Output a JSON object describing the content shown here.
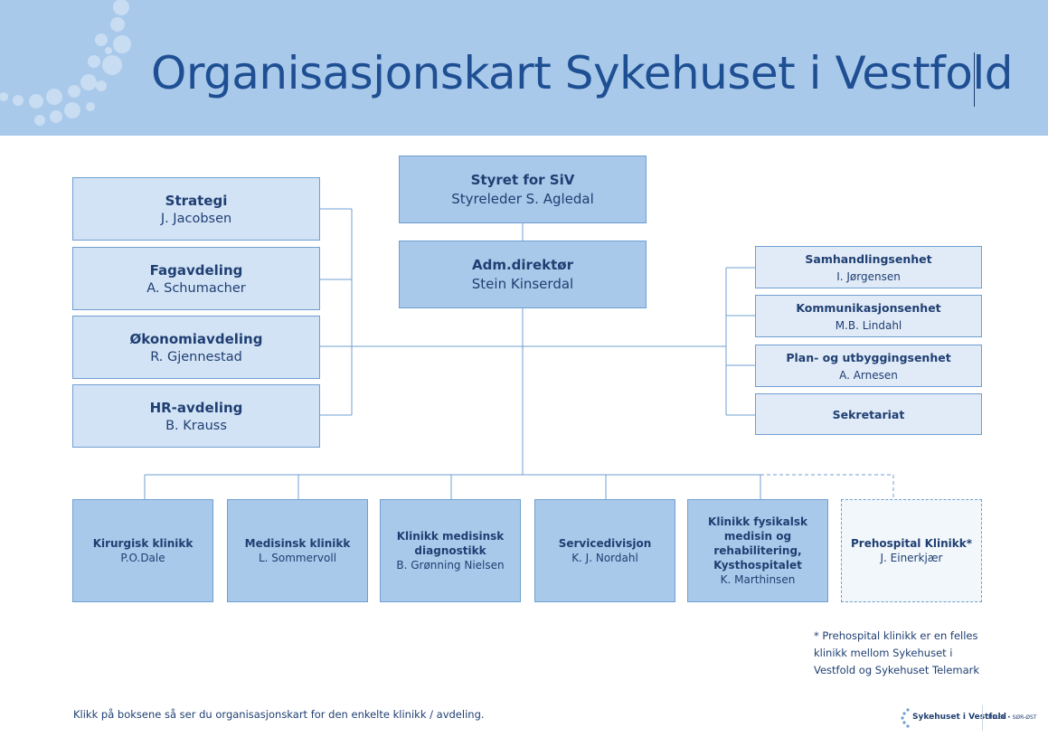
{
  "header": {
    "title": "Organisasjonskart Sykehuset i Vestfold"
  },
  "board": {
    "title": "Styret for SiV",
    "name": "Styreleder S. Agledal"
  },
  "director": {
    "title": "Adm.direktør",
    "name": "Stein Kinserdal"
  },
  "staff_left": [
    {
      "title": "Strategi",
      "name": "J. Jacobsen"
    },
    {
      "title": "Fagavdeling",
      "name": "A. Schumacher"
    },
    {
      "title": "Økonomiavdeling",
      "name": "R. Gjennestad"
    },
    {
      "title": "HR-avdeling",
      "name": "B. Krauss"
    }
  ],
  "staff_right": [
    {
      "title": "Samhandlingsenhet",
      "name": "I. Jørgensen"
    },
    {
      "title": "Kommunikasjonsenhet",
      "name": "M.B. Lindahl"
    },
    {
      "title": "Plan- og utbyggingsenhet",
      "name": "A. Arnesen"
    },
    {
      "title": "Sekretariat",
      "name": ""
    }
  ],
  "clinics": [
    {
      "title": "Kirurgisk klinikk",
      "name": "P.O.Dale"
    },
    {
      "title": "Medisinsk klinikk",
      "name": "L. Sommervoll"
    },
    {
      "title": "Klinikk medisinsk diagnostikk",
      "name": "B. Grønning Nielsen"
    },
    {
      "title": "Servicedivisjon",
      "name": "K. J. Nordahl"
    },
    {
      "title": "Klinikk fysikalsk medisin og rehabilitering, Kysthospitalet",
      "name": "K. Marthinsen"
    },
    {
      "title": "Prehospital Klinikk*",
      "name": "J. Einerkjær"
    }
  ],
  "footnote": "* Prehospital klinikk er en felles klinikk mellom Sykehuset i Vestfold og Sykehuset Telemark",
  "footer": {
    "instruction": "Klikk på boksene så ser du organisasjonskart for den enkelte klinikk / avdeling."
  },
  "logo": {
    "text": "Sykehuset i Vestfold",
    "region": "HELSE • SØR-ØST"
  },
  "colors": {
    "header_bg": "#a9c9ea",
    "title": "#1f4f93",
    "box_border": "#6f9fd2",
    "line": "#6f9fd2"
  }
}
